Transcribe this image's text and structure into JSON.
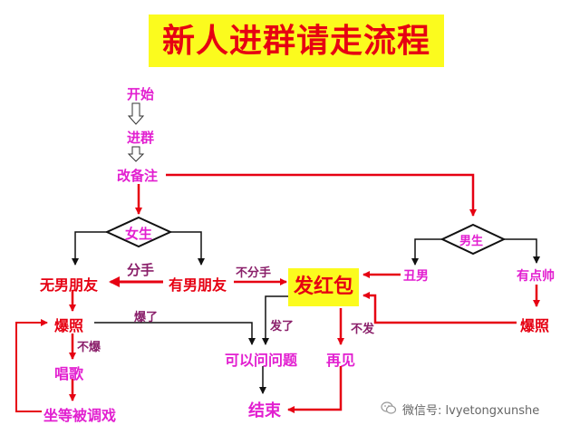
{
  "title": "新人进群请走流程",
  "nodes": {
    "start": "开始",
    "join": "进群",
    "rename": "改备注",
    "female": "女生",
    "male": "男生",
    "no_bf": "无男朋友",
    "has_bf": "有男朋友",
    "hongbao": "发红包",
    "ugly": "丑男",
    "handsome": "有点帅",
    "expose_left": "爆照",
    "expose_right": "爆照",
    "sing": "唱歌",
    "wait": "坐等被调戏",
    "ask": "可以问问题",
    "bye": "再见",
    "end": "结束"
  },
  "edges": {
    "breakup": "分手",
    "no_breakup": "不分手",
    "exploded": "爆了",
    "not_exploded": "不爆",
    "sent": "发了",
    "not_sent": "不发"
  },
  "watermark": {
    "text": "微信号: lvyetongxunshe",
    "icon": "wechat-icon"
  },
  "colors": {
    "title_bg": "#fbfb1e",
    "red": "#e60012",
    "magenta": "#e21fd0"
  }
}
